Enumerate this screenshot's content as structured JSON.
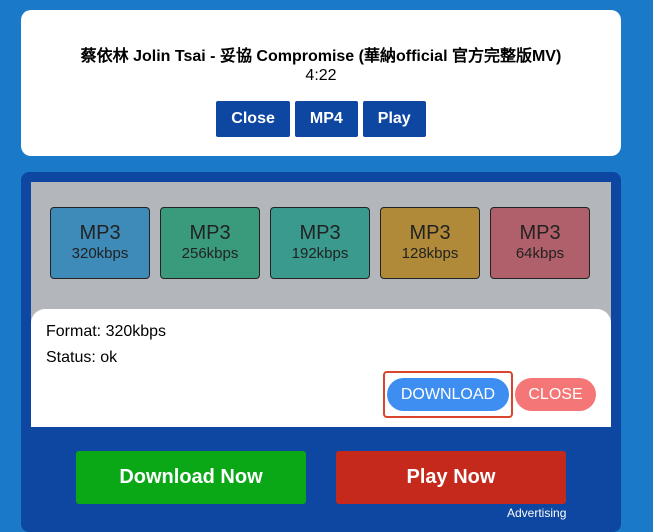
{
  "video": {
    "title": "蔡依林 Jolin Tsai - 妥協 Compromise (華納official 官方完整版MV)",
    "duration": "4:22"
  },
  "top_buttons": {
    "close": "Close",
    "mp4": "MP4",
    "play": "Play"
  },
  "formats": [
    {
      "type": "MP3",
      "bitrate": "320kbps",
      "color": "#3e8ab8"
    },
    {
      "type": "MP3",
      "bitrate": "256kbps",
      "color": "#3a9a7c"
    },
    {
      "type": "MP3",
      "bitrate": "192kbps",
      "color": "#3a9a8e"
    },
    {
      "type": "MP3",
      "bitrate": "128kbps",
      "color": "#b08a38"
    },
    {
      "type": "MP3",
      "bitrate": "64kbps",
      "color": "#b0606a"
    }
  ],
  "info": {
    "format_line": "Format: 320kbps",
    "status_line": "Status: ok",
    "download_label": "DOWNLOAD",
    "close_label": "CLOSE"
  },
  "ads": {
    "download_now": "Download Now",
    "play_now": "Play Now",
    "advertising": "Advertising"
  },
  "colors": {
    "background": "#1a7ac9",
    "panel": "#0d47a1",
    "download_accent": "#3d8ef0",
    "close_accent": "#f57676",
    "highlight": "#d9452b"
  }
}
